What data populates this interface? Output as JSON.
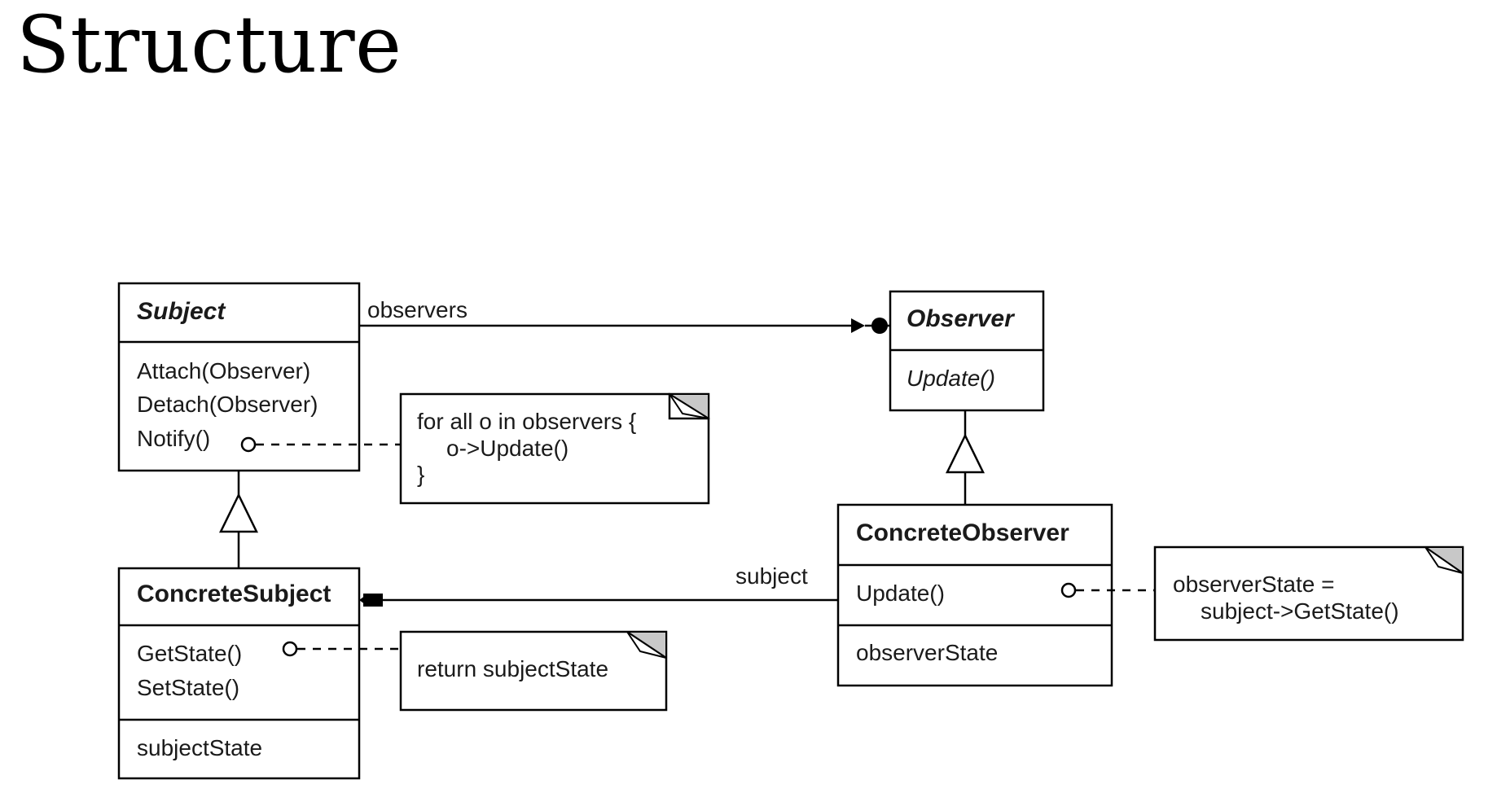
{
  "page": {
    "title": "Structure"
  },
  "classes": {
    "subject": {
      "name": "Subject",
      "operations": [
        "Attach(Observer)",
        "Detach(Observer)",
        "Notify()"
      ]
    },
    "concrete_subject": {
      "name": "ConcreteSubject",
      "operations": [
        "GetState()",
        "SetState()"
      ],
      "attributes": [
        "subjectState"
      ]
    },
    "observer": {
      "name": "Observer",
      "operations": [
        "Update()"
      ]
    },
    "concrete_observer": {
      "name": "ConcreteObserver",
      "operations": [
        "Update()"
      ],
      "attributes": [
        "observerState"
      ]
    }
  },
  "associations": {
    "observers_role": "observers",
    "subject_role": "subject"
  },
  "notes": {
    "notify": [
      "for all o in observers {",
      "o->Update()",
      "}"
    ],
    "get_state": [
      "return subjectState"
    ],
    "update": [
      "observerState =",
      "subject->GetState()"
    ]
  }
}
